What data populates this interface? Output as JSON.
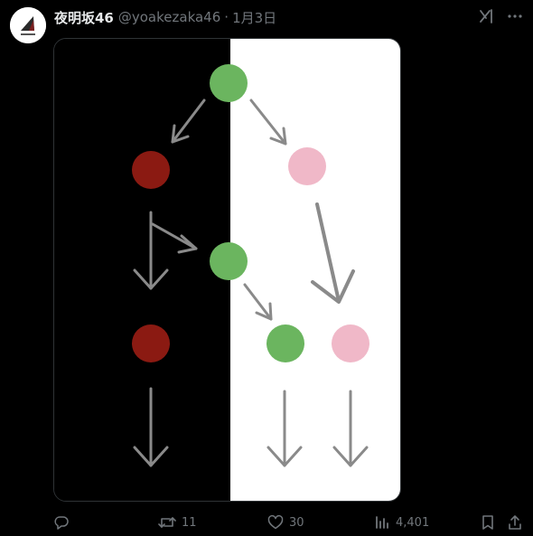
{
  "author": {
    "name": "夜明坂46",
    "handle": "@yoakezaka46",
    "separator": "·",
    "date": "1月3日",
    "avatar_icon": "yoakezaka-logo-icon"
  },
  "top_icons": [
    "grok-icon",
    "more-icon"
  ],
  "media": {
    "panel_colors": {
      "left": "#000000",
      "right": "#ffffff"
    },
    "node_colors": {
      "green": "#6bb55f",
      "red": "#8b1a12",
      "pink": "#f0b8c8"
    },
    "arrow_color": "#8a8a8a"
  },
  "actions": {
    "reply_count": "",
    "repost_count": "11",
    "like_count": "30",
    "views_count": "4,401"
  },
  "colors": {
    "background": "#000000",
    "text_primary": "#e7e9ea",
    "text_secondary": "#71767b"
  }
}
